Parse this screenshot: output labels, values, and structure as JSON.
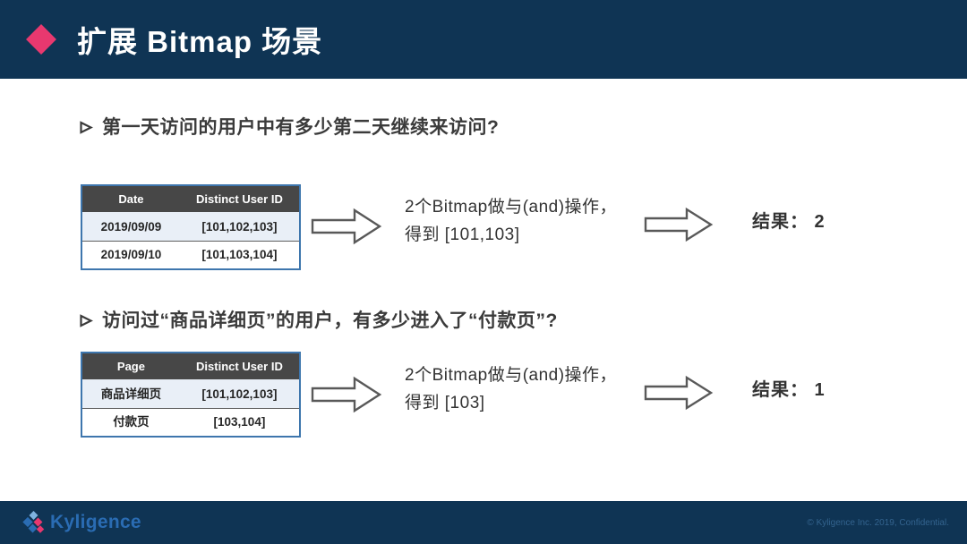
{
  "slide": {
    "title": "扩展 Bitmap 场景",
    "accent_color": "#e8386f",
    "header_bg": "#0f3454"
  },
  "sections": [
    {
      "question": "第一天访问的用户中有多少第二天继续来访问?",
      "table": {
        "headers": [
          "Date",
          "Distinct User ID"
        ],
        "rows": [
          [
            "2019/09/09",
            "[101,102,103]"
          ],
          [
            "2019/09/10",
            "[101,103,104]"
          ]
        ]
      },
      "op_line1": "2个Bitmap做与(and)操作，",
      "op_line2": "得到 [101,103]",
      "result": "结果： 2"
    },
    {
      "question": "访问过“商品详细页”的用户，有多少进入了“付款页”?",
      "table": {
        "headers": [
          "Page",
          "Distinct User ID"
        ],
        "rows": [
          [
            "商品详细页",
            "[101,102,103]"
          ],
          [
            "付款页",
            "[103,104]"
          ]
        ]
      },
      "op_line1": "2个Bitmap做与(and)操作，",
      "op_line2": "得到 [103]",
      "result": "结果： 1"
    }
  ],
  "footer": {
    "logo_text": "Kyligence",
    "copyright": "© Kyligence Inc. 2019, Confidential."
  }
}
